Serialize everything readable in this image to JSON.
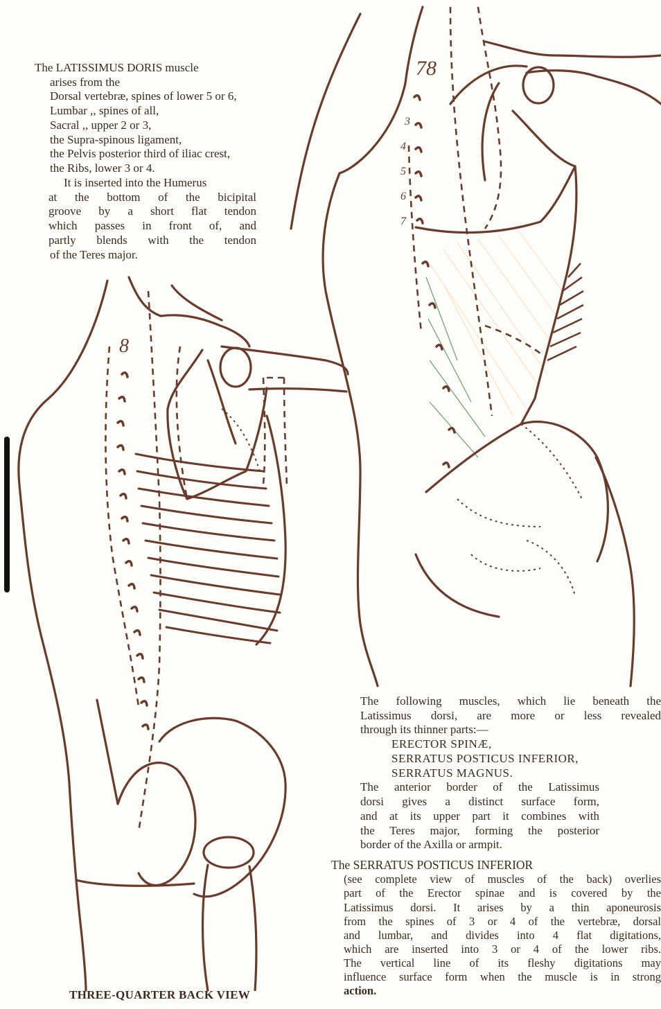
{
  "latissimus_text": {
    "lines": [
      "The LATISSIMUS DORIS muscle",
      "arises from the",
      "Dorsal vertebræ, spines of lower 5 or 6,",
      "Lumbar ,, spines of all,",
      "Sacral ,, upper 2 or 3,",
      "the Supra-spinous ligament,",
      "the Pelvis posterior third of iliac crest,",
      "the Ribs, lower 3 or 4.",
      "It is inserted into the Humerus",
      "at the bottom of the bicipital",
      "groove by a short flat tendon",
      "which passes in front of, and",
      "partly blends with the tendon",
      "of the Teres major."
    ]
  },
  "beneath_text": {
    "intro": [
      "The following muscles, which lie beneath the",
      "Latissimus dorsi, are more or less revealed",
      "through its thinner parts:—"
    ],
    "muscles": [
      "ERECTOR SPINÆ,",
      "SERRATUS POSTICUS INFERIOR,",
      "SERRATUS MAGNUS."
    ],
    "border": [
      "The anterior border of the Latissimus",
      "dorsi gives a distinct surface form,",
      "and at its upper part it combines with",
      "the Teres major, forming the posterior",
      "border of the Axilla or armpit."
    ]
  },
  "serratus_text": {
    "heading": "The SERRATUS POSTICUS INFERIOR",
    "lines": [
      "(see complete view of muscles of the back) overlies",
      "part of the Erector spinae and is covered by the",
      "Latissimus dorsi. It arises by a thin aponeurosis",
      "from the spines of 3 or 4 of the vertebræ, dorsal",
      "and lumbar, and divides into 4 flat digitations,",
      "which are inserted into 3 or 4 of the lower ribs.",
      "The vertical line of its fleshy digitations may",
      "influence surface form when the muscle is in strong",
      "action."
    ]
  },
  "figure_labels": {
    "left_top_vertebra": "8",
    "right_top_vertebra": "78",
    "right_vertebrae": [
      "3",
      "4",
      "5",
      "6",
      "7"
    ]
  },
  "caption": "THREE-QUARTER BACK VIEW",
  "colors": {
    "ink": "#6b3a2a",
    "text": "#3b2a1e",
    "latissimus_fill": "#f7b07a",
    "erector_fill": "#4ea35a",
    "paper": "#fdfdf9"
  }
}
